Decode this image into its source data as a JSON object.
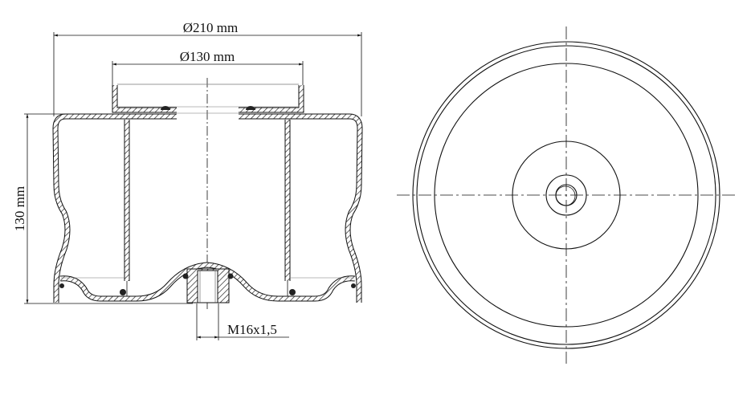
{
  "drawing": {
    "outer_diameter_label": "Ø210 mm",
    "flange_diameter_label": "Ø130 mm",
    "height_label": "130 mm",
    "thread_label": "M16x1,5"
  },
  "colors": {
    "line": "#111111",
    "background": "#ffffff"
  }
}
